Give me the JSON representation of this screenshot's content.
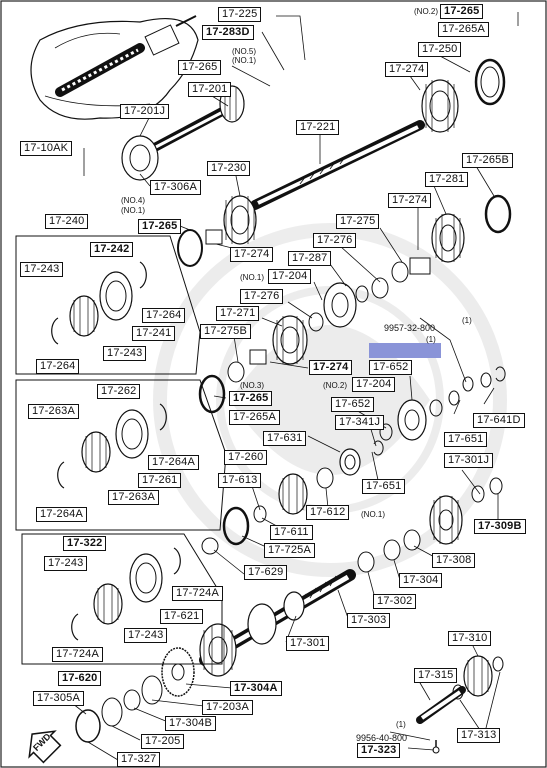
{
  "labels": {
    "l17_225": "17-225",
    "l17_283d": "17-283D",
    "l17_265_top": "17-265",
    "l17_201": "17-201",
    "l17_201j": "17-201J",
    "l17_10ak": "17-10AK",
    "l17_306a": "17-306A",
    "l17_221": "17-221",
    "l17_230": "17-230",
    "l17_265_mid": "17-265",
    "l17_274_a": "17-274",
    "l17_240": "17-240",
    "l17_242": "17-242",
    "l17_243_a": "17-243",
    "l17_264_a": "17-264",
    "l17_241": "17-241",
    "l17_243_b": "17-243",
    "l17_264_b": "17-264",
    "l17_265_tr": "17-265",
    "l17_265a_tr": "17-265A",
    "l17_250": "17-250",
    "l17_274_tr": "17-274",
    "l17_265b": "17-265B",
    "l17_281": "17-281",
    "l17_274_b": "17-274",
    "l17_275": "17-275",
    "l17_276_a": "17-276",
    "l17_287": "17-287",
    "l17_204_a": "17-204",
    "l17_276_b": "17-276",
    "l17_271": "17-271",
    "l17_275b": "17-275B",
    "l17_274_c": "17-274",
    "l17_265_c": "17-265",
    "l17_265a_c": "17-265A",
    "l17_652_a": "17-652",
    "l17_204_b": "17-204",
    "l17_652_b": "17-652",
    "l17_341j": "17-341J",
    "l17_641d": "17-641D",
    "l17_651_a": "17-651",
    "l17_262": "17-262",
    "l17_263a_a": "17-263A",
    "l17_264a_a": "17-264A",
    "l17_261": "17-261",
    "l17_263a_b": "17-263A",
    "l17_264a_b": "17-264A",
    "l17_260": "17-260",
    "l17_631": "17-631",
    "l17_613": "17-613",
    "l17_612": "17-612",
    "l17_651_b": "17-651",
    "l17_301j": "17-301J",
    "l17_309b": "17-309B",
    "l17_611": "17-611",
    "l17_725a": "17-725A",
    "l17_629": "17-629",
    "l17_308": "17-308",
    "l17_304": "17-304",
    "l17_302": "17-302",
    "l17_303": "17-303",
    "l17_322": "17-322",
    "l17_243_c": "17-243",
    "l17_724a_a": "17-724A",
    "l17_621": "17-621",
    "l17_243_d": "17-243",
    "l17_724a_b": "17-724A",
    "l17_620": "17-620",
    "l17_301": "17-301",
    "l17_304a": "17-304A",
    "l17_203a": "17-203A",
    "l17_304b": "17-304B",
    "l17_305a": "17-305A",
    "l17_205": "17-205",
    "l17_327": "17-327",
    "l17_310": "17-310",
    "l17_315": "17-315",
    "l17_313": "17-313",
    "l17_323": "17-323"
  },
  "notes": {
    "no5": "(NO.5)",
    "no1_top": "(NO.1)",
    "no4": "(NO.4)",
    "no1_mid": "(NO.1)",
    "no2_tr": "(NO.2)",
    "no1_204": "(NO.1)",
    "no3": "(NO.3)",
    "no2_204": "(NO.2)",
    "no1_612": "(NO.1)",
    "part_9957": "9957-32-800",
    "qty_9957_a": "(1)",
    "qty_9957_b": "(1)",
    "part_9956": "9956-40-800",
    "qty_9956": "(1)",
    "fwd": "FWD"
  }
}
